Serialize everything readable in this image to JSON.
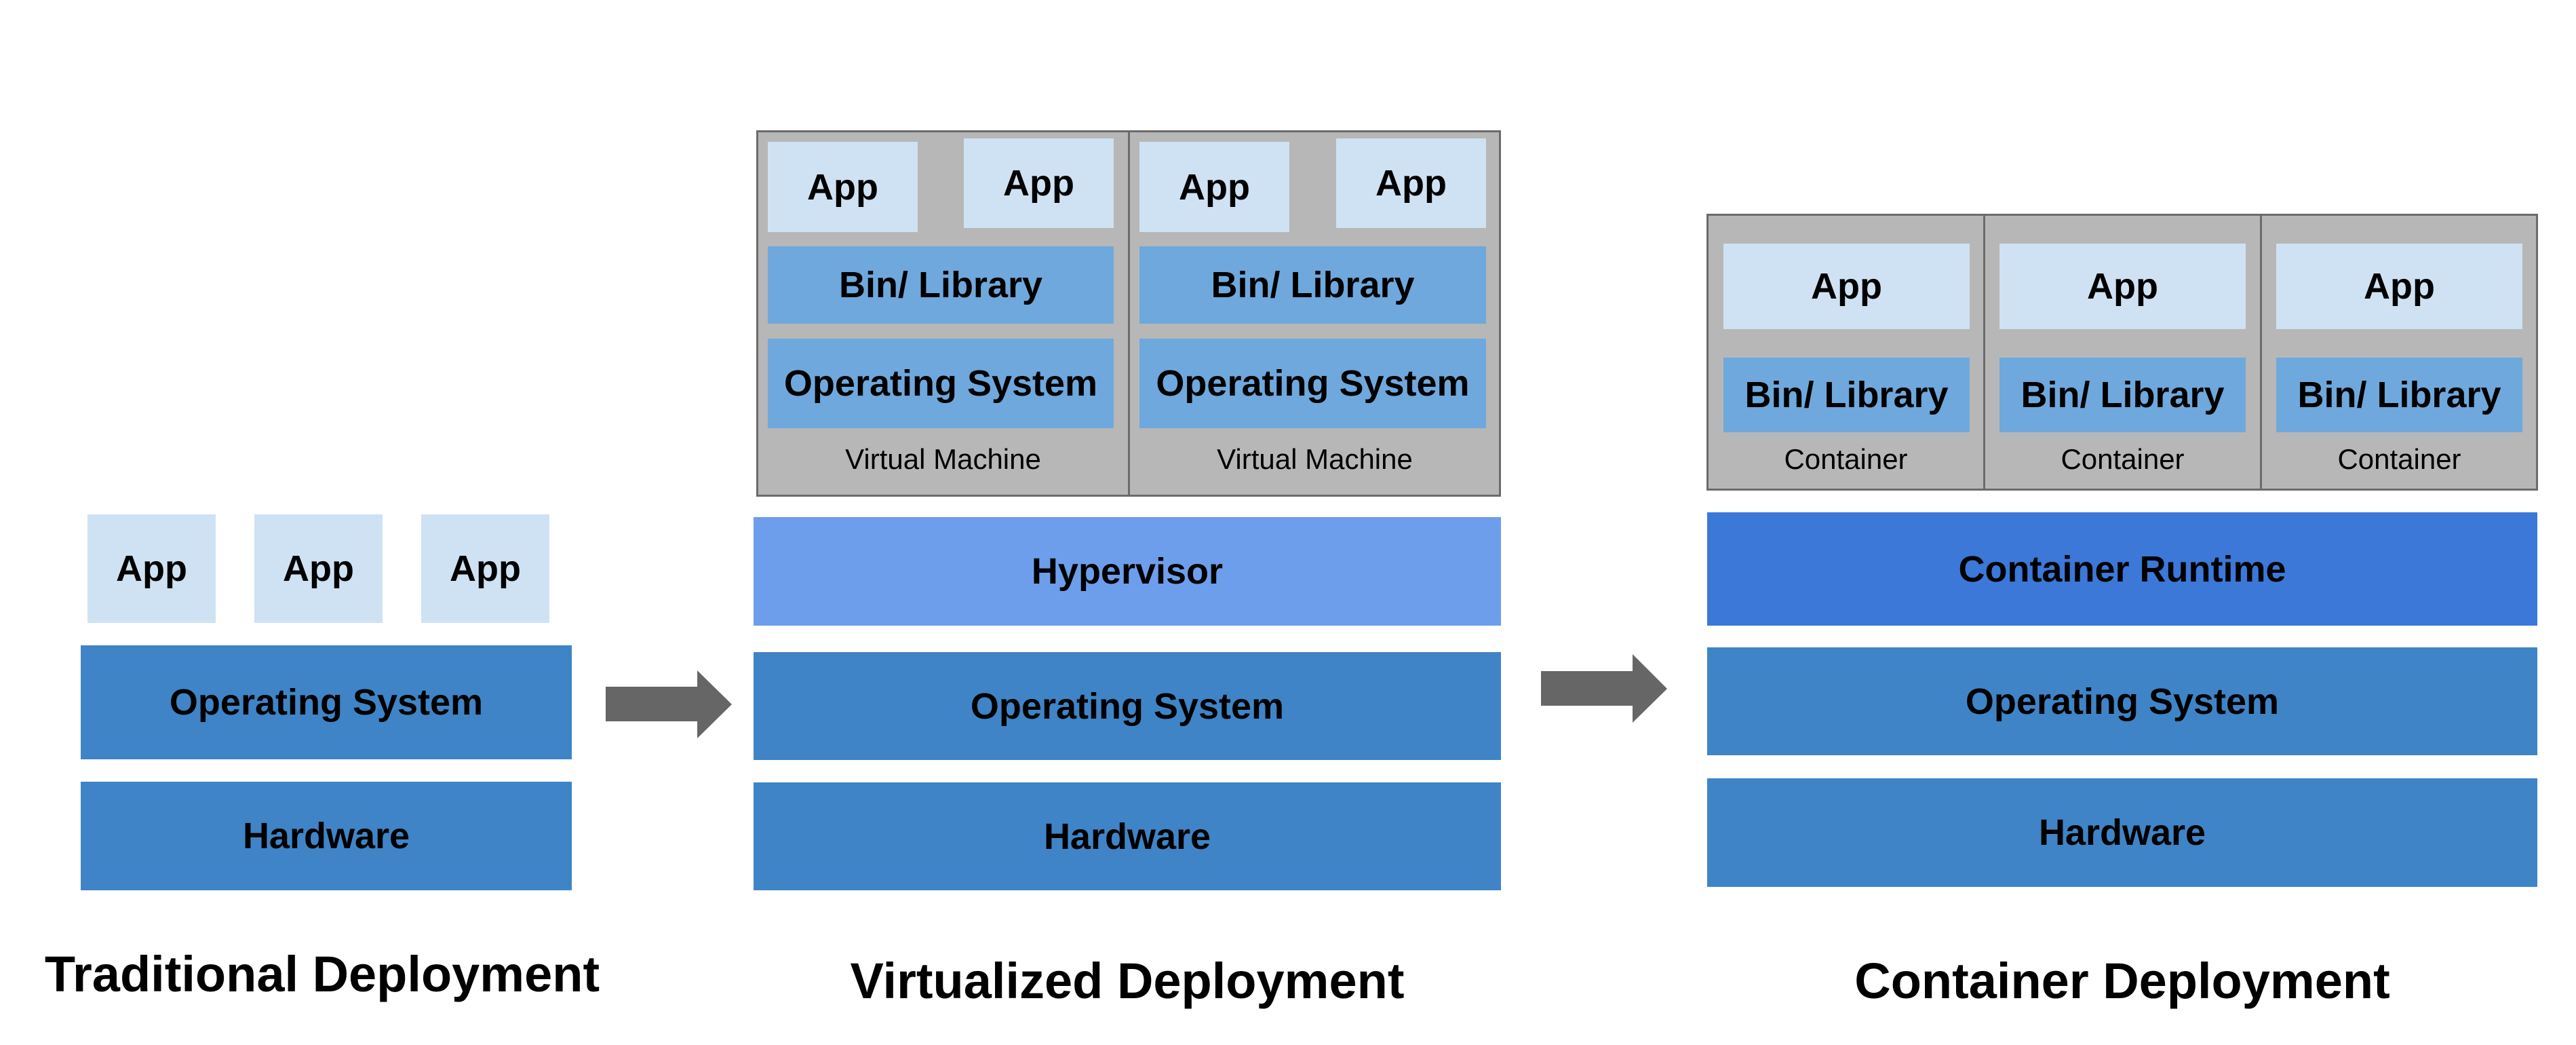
{
  "colors": {
    "app": "#cfe2f3",
    "library": "#6fa8dc",
    "os_hardware": "#3f84c6",
    "hypervisor": "#6d9eeb",
    "container_runtime": "#3b78d8",
    "frame": "#b7b7b7",
    "arrow": "#666666"
  },
  "traditional": {
    "title": "Traditional Deployment",
    "apps": [
      "App",
      "App",
      "App"
    ],
    "os": "Operating System",
    "hardware": "Hardware"
  },
  "arrows": [
    {
      "icon": "arrow-right-icon"
    },
    {
      "icon": "arrow-right-icon"
    }
  ],
  "virtualized": {
    "title": "Virtualized Deployment",
    "vms": [
      {
        "apps": [
          "App",
          "App"
        ],
        "library": "Bin/ Library",
        "os": "Operating System",
        "label": "Virtual Machine"
      },
      {
        "apps": [
          "App",
          "App"
        ],
        "library": "Bin/ Library",
        "os": "Operating System",
        "label": "Virtual Machine"
      }
    ],
    "hypervisor": "Hypervisor",
    "os": "Operating System",
    "hardware": "Hardware"
  },
  "container": {
    "title": "Container Deployment",
    "containers": [
      {
        "app": "App",
        "library": "Bin/ Library",
        "label": "Container"
      },
      {
        "app": "App",
        "library": "Bin/ Library",
        "label": "Container"
      },
      {
        "app": "App",
        "library": "Bin/ Library",
        "label": "Container"
      }
    ],
    "runtime": "Container Runtime",
    "os": "Operating System",
    "hardware": "Hardware"
  }
}
